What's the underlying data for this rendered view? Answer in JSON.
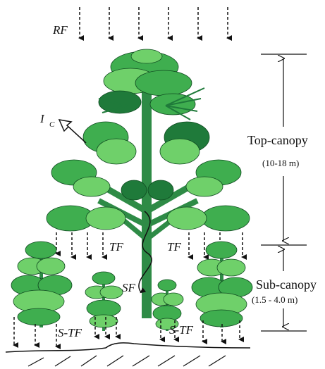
{
  "labels": {
    "rainfall": "RF",
    "intercepted_main": "I",
    "intercepted_sub": "C",
    "throughfall_left": "TF",
    "throughfall_right": "TF",
    "stemflow": "SF",
    "subcanopy_tf_left": "S-TF",
    "subcanopy_tf_right": "S-TF",
    "top_canopy": "Top-canopy",
    "top_canopy_range": "(10-18 m)",
    "sub_canopy": "Sub-canopy",
    "sub_canopy_range": "(1.5 - 4.0 m)"
  },
  "colors": {
    "trunk": "#2e8b46",
    "leaf_dark": "#1f7a3a",
    "leaf_mid": "#3fae4f",
    "leaf_light": "#6fd06a",
    "line": "#111111"
  }
}
